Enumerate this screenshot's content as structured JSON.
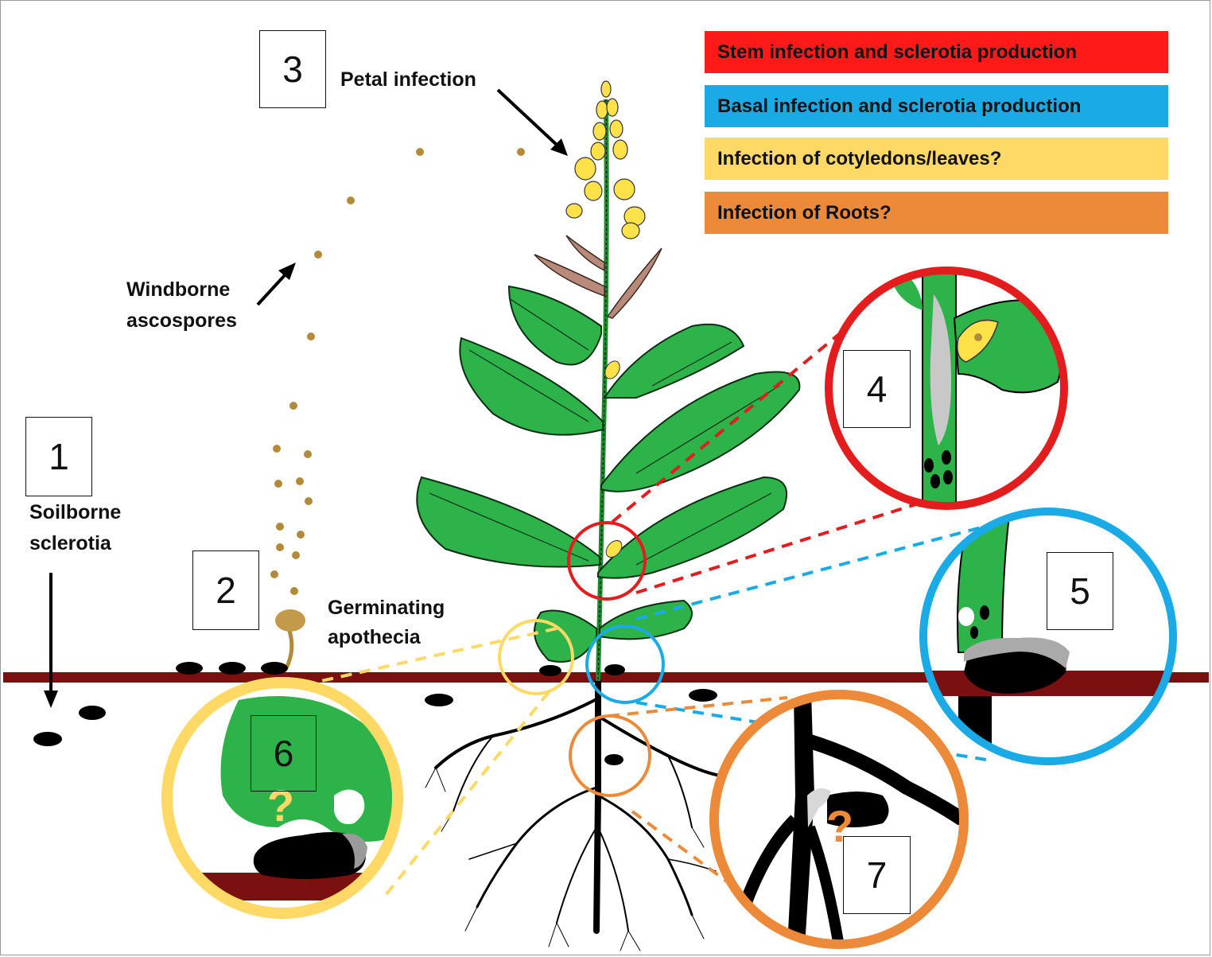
{
  "legend": [
    {
      "label": "Stem infection and sclerotia production",
      "color": "#ff1a1a"
    },
    {
      "label": "Basal infection and sclerotia production",
      "color": "#1aabe6"
    },
    {
      "label": "Infection of cotyledons/leaves?",
      "color": "#ffd966"
    },
    {
      "label": "Infection of Roots?",
      "color": "#ec8a3a"
    }
  ],
  "steps": [
    "1",
    "2",
    "3",
    "4",
    "5",
    "6",
    "7"
  ],
  "labels": {
    "petal_infection": "Petal infection",
    "windborne_line1": "Windborne",
    "windborne_line2": "ascospores",
    "soilborne_line1": "Soilborne",
    "soilborne_line2": "sclerotia",
    "germinating_line1": "Germinating",
    "germinating_line2": "apothecia",
    "question_mark": "?"
  },
  "colors": {
    "soil_line": "#7b1010",
    "leaf": "#2db34a",
    "flower": "#ffe24a",
    "sclerotia": "#000000",
    "ascospore": "#b38a3a",
    "withered_leaf": "#b98a7a"
  }
}
